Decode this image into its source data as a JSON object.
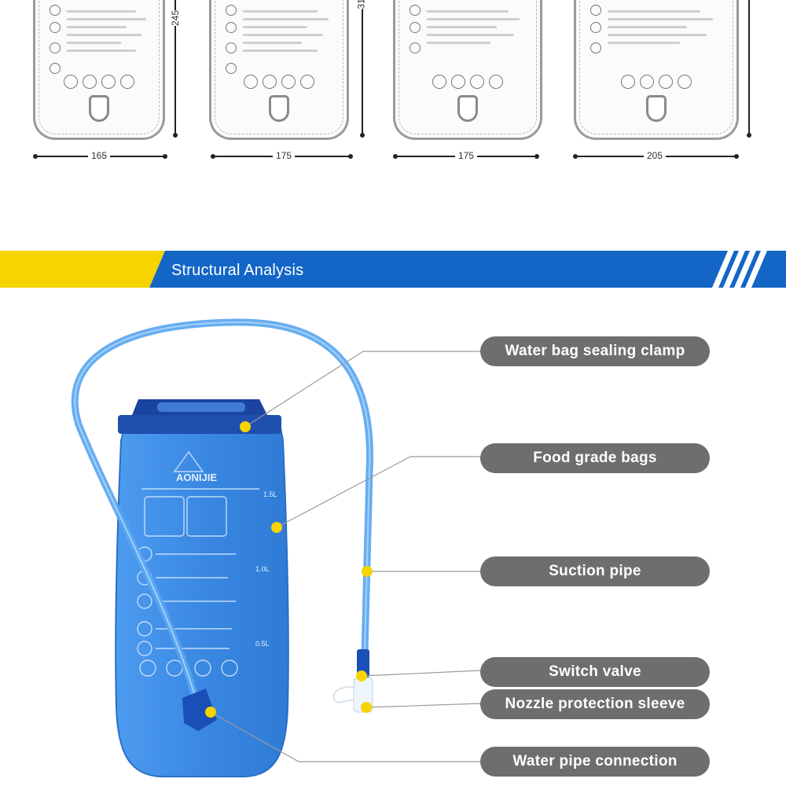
{
  "dimensions": {
    "widths": [
      "165",
      "175",
      "175",
      "205"
    ],
    "heights": [
      "245",
      "31"
    ]
  },
  "banner": {
    "title": "Structural Analysis",
    "colors": {
      "yellow": "#f6d400",
      "blue": "#1366c6"
    }
  },
  "product": {
    "brand": "AONIJIE",
    "marks": [
      "1.5L",
      "1.0L",
      "0.5L"
    ]
  },
  "callouts": [
    {
      "label": "Water bag sealing clamp"
    },
    {
      "label": "Food grade bags"
    },
    {
      "label": "Suction pipe"
    },
    {
      "label": "Switch valve"
    },
    {
      "label": "Nozzle protection sleeve"
    },
    {
      "label": "Water pipe connection"
    }
  ],
  "colors": {
    "callout_bg": "#6e6e6e",
    "marker": "#f6d400",
    "leader": "#9a9a9a",
    "bag": "#3c8ee8",
    "tube": "#5aa6f0"
  }
}
